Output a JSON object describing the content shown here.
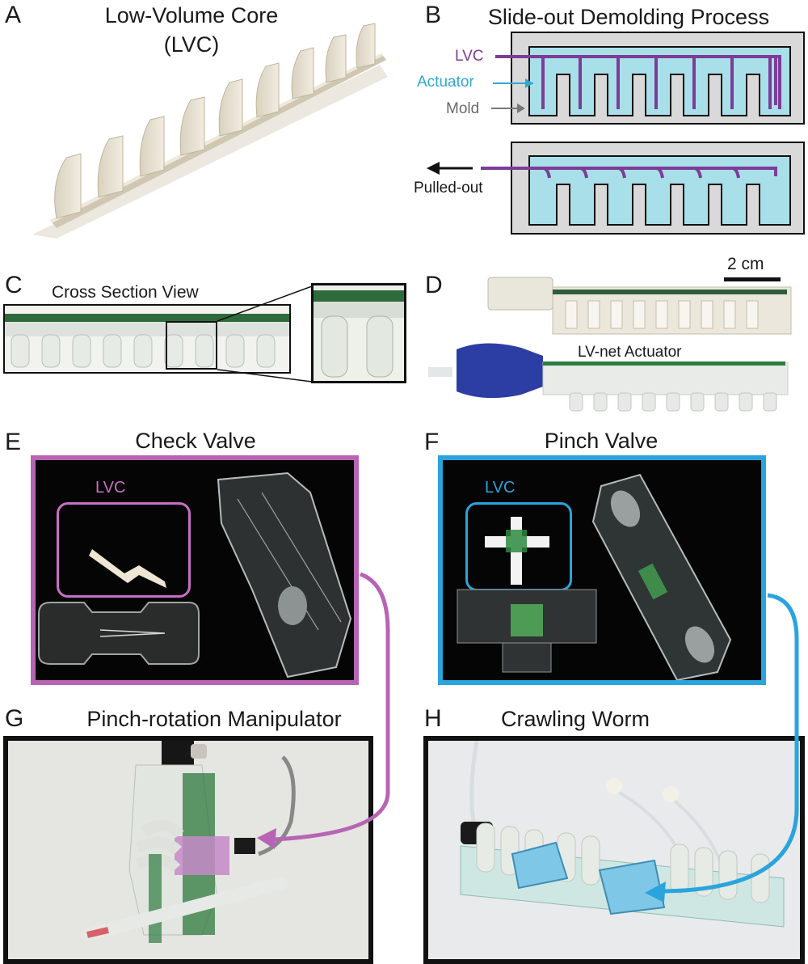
{
  "panels": {
    "a": {
      "letter": "A",
      "title_line1": "Low-Volume Core",
      "title_line2": "(LVC)"
    },
    "b": {
      "letter": "B",
      "title": "Slide-out Demolding Process",
      "labels": {
        "lvc": "LVC",
        "actuator": "Actuator",
        "mold": "Mold",
        "pulled_out": "Pulled-out"
      }
    },
    "c": {
      "letter": "C",
      "title": "Cross Section View"
    },
    "d": {
      "letter": "D",
      "scale": "2 cm",
      "label": "LV-net Actuator"
    },
    "e": {
      "letter": "E",
      "title": "Check Valve",
      "inset_label": "LVC"
    },
    "f": {
      "letter": "F",
      "title": "Pinch Valve",
      "inset_label": "LVC"
    },
    "g": {
      "letter": "G",
      "title": "Pinch-rotation Manipulator"
    },
    "h": {
      "letter": "H",
      "title": "Crawling Worm"
    }
  },
  "colors": {
    "lvc_purple": "#7d3c98",
    "actuator_cyan": "#30a8d0",
    "actuator_fill": "#a9dfe8",
    "mold_gray": "#d9d9d9",
    "check_valve_frame": "#b864b4",
    "pinch_valve_frame": "#2aa4dd",
    "dark_bg": "#050505"
  }
}
